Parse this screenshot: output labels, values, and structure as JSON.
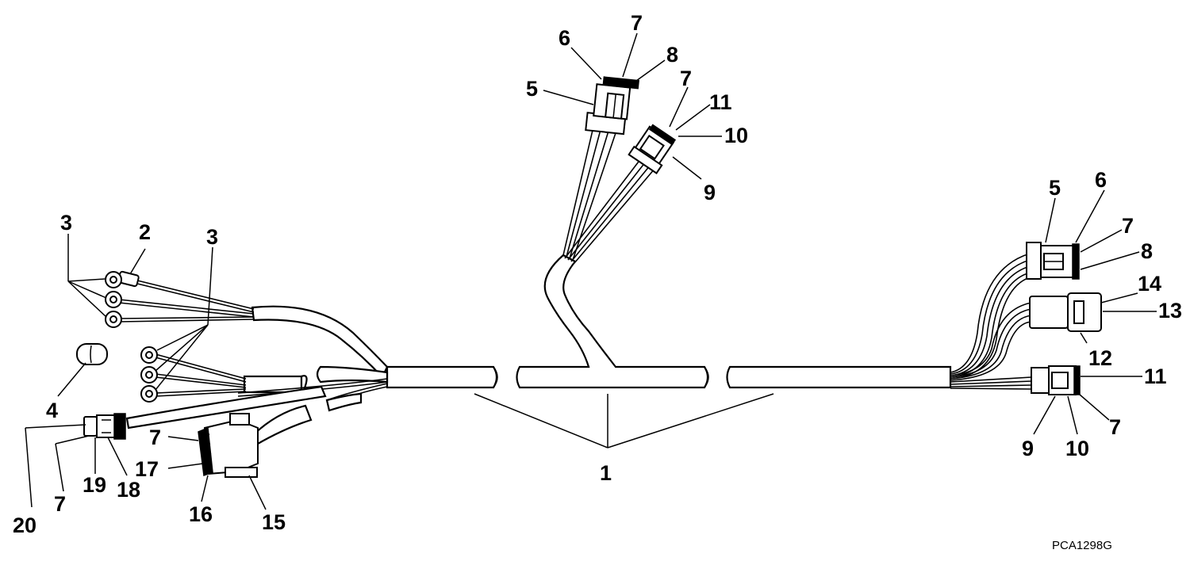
{
  "drawing": {
    "figure_code": "PCA1298G",
    "callouts": {
      "c1": "1",
      "c2": "2",
      "c3a": "3",
      "c3b": "3",
      "c4": "4",
      "c5a": "5",
      "c6a": "6",
      "c7a": "7",
      "c8a": "8",
      "c7b": "7",
      "c11a": "11",
      "c10a": "10",
      "c9a": "9",
      "c5b": "5",
      "c6b": "6",
      "c7c": "7",
      "c8b": "8",
      "c14": "14",
      "c13": "13",
      "c12": "12",
      "c11b": "11",
      "c7d": "7",
      "c9b": "9",
      "c10b": "10",
      "c7e": "7",
      "c17": "17",
      "c16": "16",
      "c15": "15",
      "c19": "19",
      "c18": "18",
      "c7f": "7",
      "c20": "20"
    }
  }
}
